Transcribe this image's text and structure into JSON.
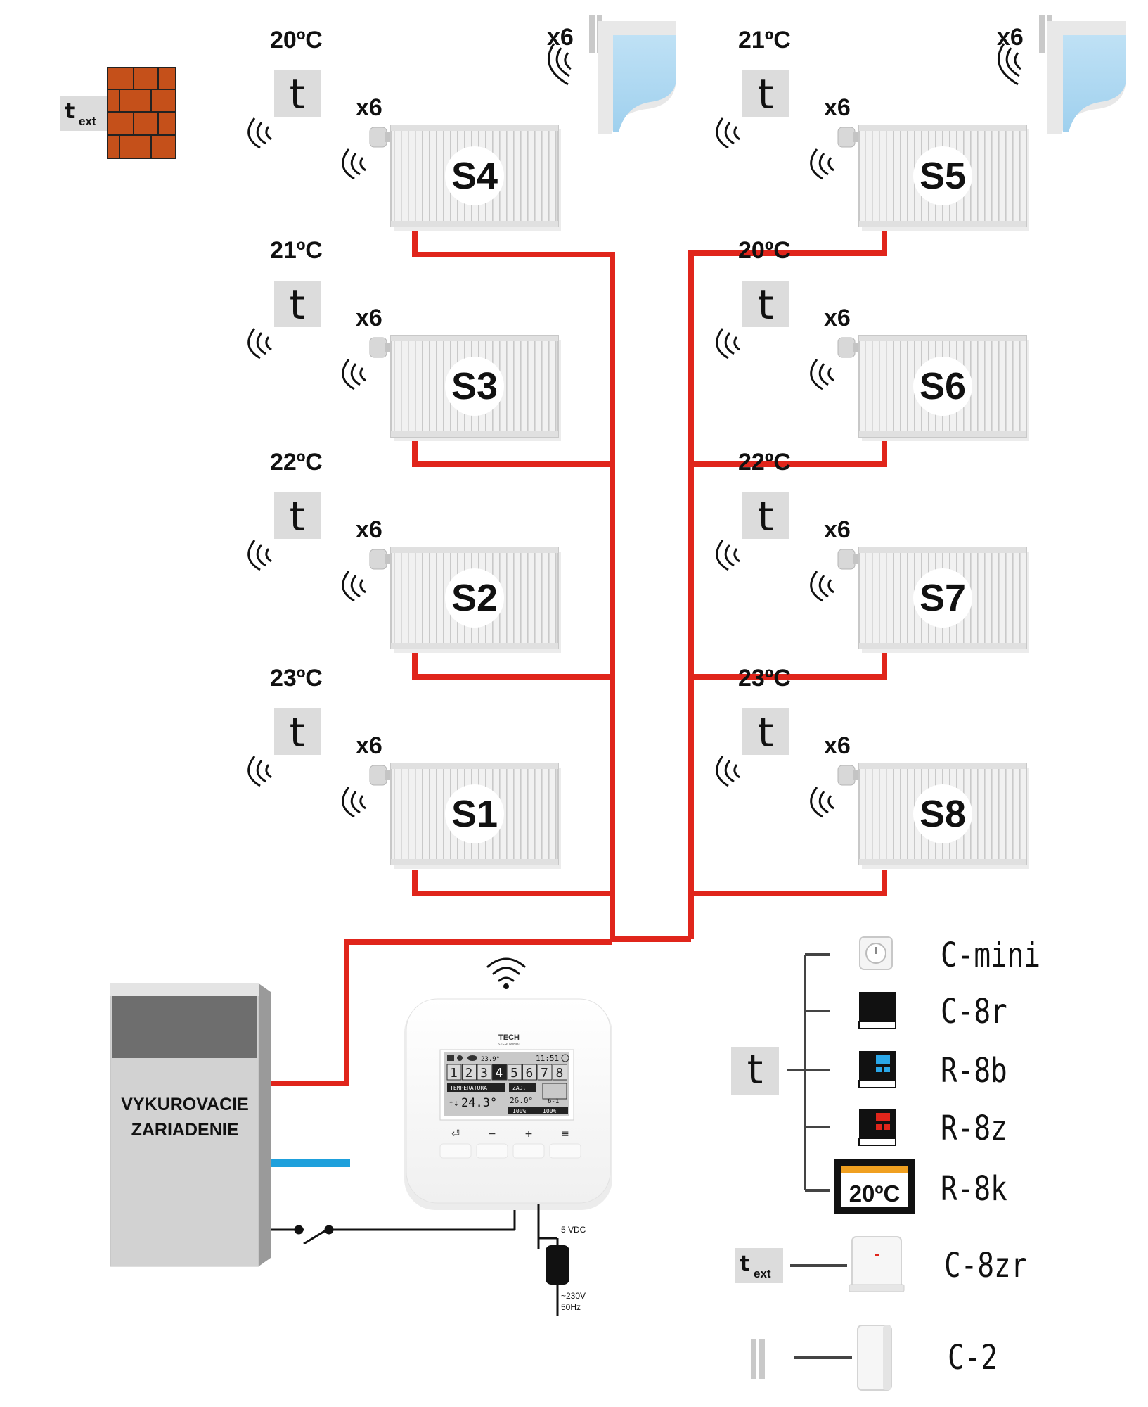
{
  "outside_sensor": {
    "label": "t",
    "sub": "ext"
  },
  "zones": [
    {
      "id": "S1",
      "temp": "23ºC",
      "count": "x6"
    },
    {
      "id": "S2",
      "temp": "22ºC",
      "count": "x6"
    },
    {
      "id": "S3",
      "temp": "21ºC",
      "count": "x6"
    },
    {
      "id": "S4",
      "temp": "20ºC",
      "count": "x6"
    },
    {
      "id": "S5",
      "temp": "21ºC",
      "count": "x6"
    },
    {
      "id": "S6",
      "temp": "20ºC",
      "count": "x6"
    },
    {
      "id": "S7",
      "temp": "22ºC",
      "count": "x6"
    },
    {
      "id": "S8",
      "temp": "23ºC",
      "count": "x6"
    }
  ],
  "window_sensors": [
    {
      "count": "x6"
    },
    {
      "count": "x6"
    }
  ],
  "thermostat_symbol": "t",
  "heater": {
    "line1": "VYKUROVACIE",
    "line2": "ZARIADENIE"
  },
  "controller": {
    "brand": "TECH",
    "brand_sub": "STEROWNIKI",
    "time": "11:51",
    "outdoor": "23.9°",
    "zones": [
      "1",
      "2",
      "3",
      "4",
      "5",
      "6",
      "7",
      "8"
    ],
    "selected_zone": "4",
    "tab_temp": "TEMPERATURA",
    "tab_set": "ZAD.",
    "current_temp": "24.3°",
    "set_temp": "26.0°",
    "schedule": "6-1",
    "signal": "100%",
    "battery": "100%",
    "buttons": [
      "⏎",
      "−",
      "+",
      "≡"
    ]
  },
  "power": {
    "dc": "5 VDC",
    "ac1": "~230V",
    "ac2": "50Hz"
  },
  "legend": {
    "sensor_symbol": "t",
    "items": [
      "C-mini",
      "C-8r",
      "R-8b",
      "R-8z",
      "R-8k"
    ],
    "r8k_display": "20ºC",
    "ext_symbol": "t",
    "ext_sub": "ext",
    "ext_item": "C-8zr",
    "window_item": "C-2"
  },
  "colors": {
    "supply_pipe": "#e0251b",
    "return_pipe": "#1ea0dc",
    "brick": "#c5501a",
    "r8b_accent": "#2aa7e8",
    "r8z_accent": "#e0251b",
    "r8k_screen": "#f0a020"
  }
}
